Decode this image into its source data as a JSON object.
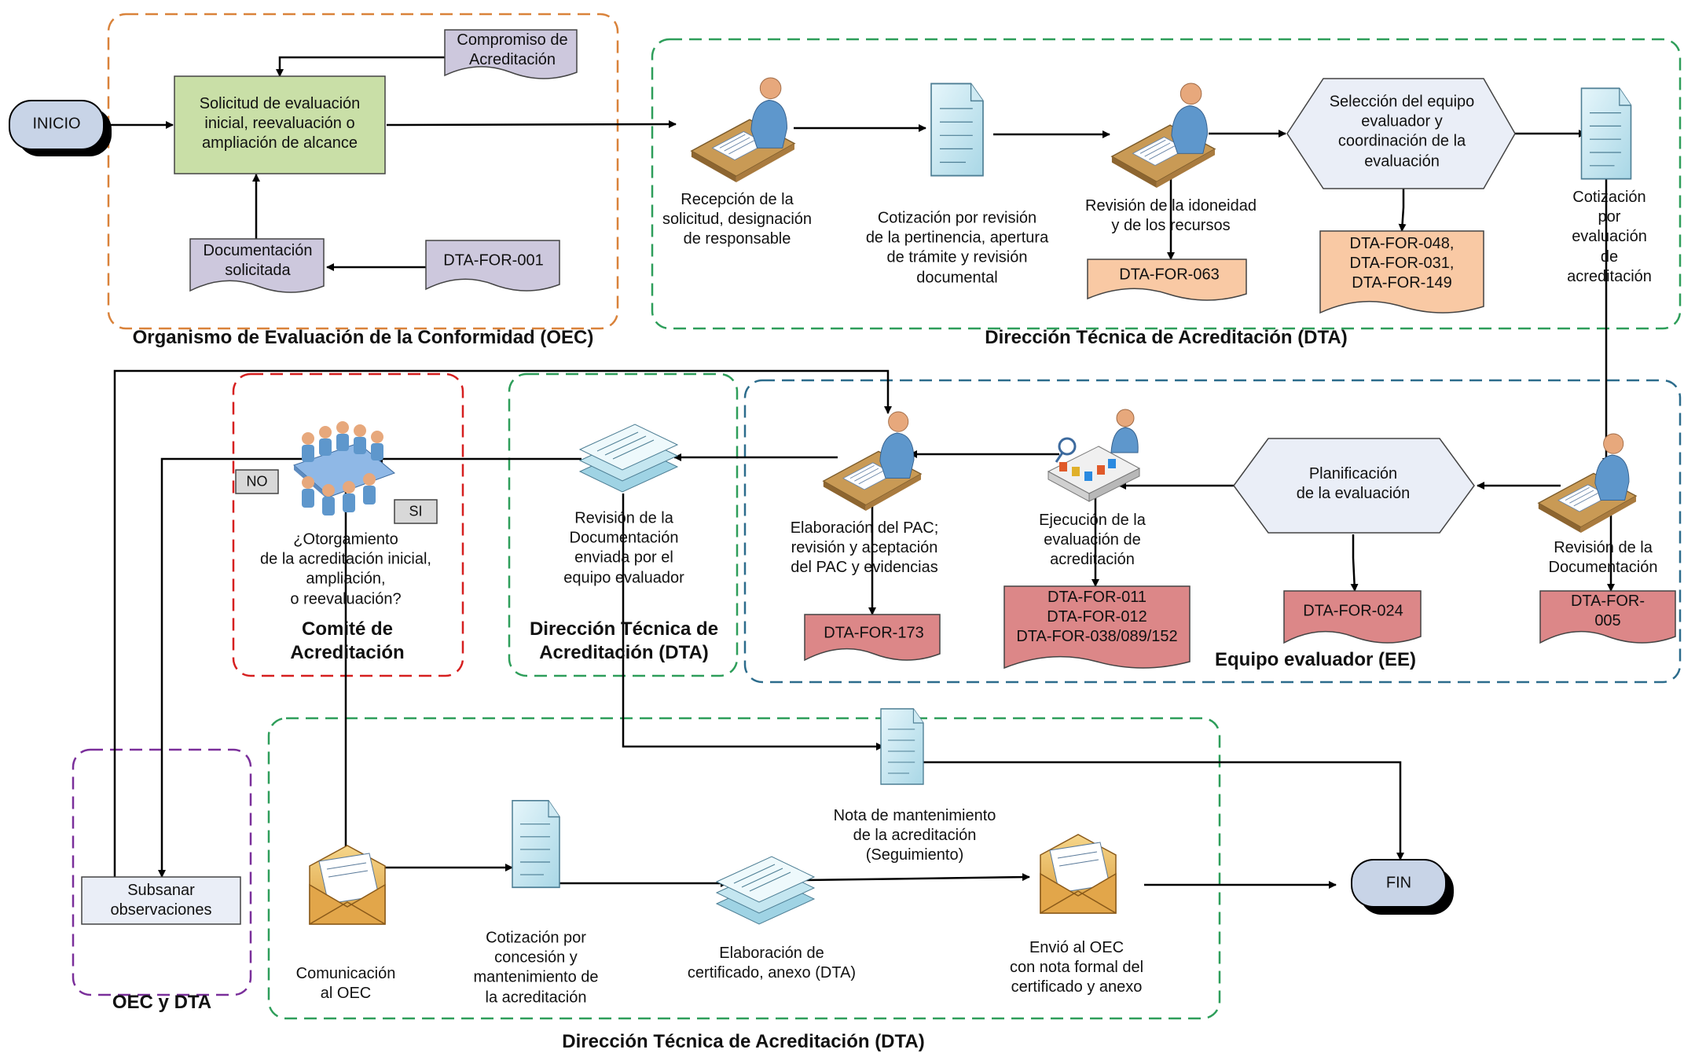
{
  "colors": {
    "oec_border": "#d9823a",
    "dta_border": "#2e9e5a",
    "comite_border": "#d61f1f",
    "ee_border": "#2c6c8c",
    "oecdta_border": "#7a2f9a",
    "process_fill": "#c9dfa7",
    "doc_purple": "#cdc8dd",
    "doc_orange": "#f9c9a4",
    "doc_red": "#dc8788",
    "hex_fill": "#eaeef7",
    "terminal_fill": "#c8d4e7"
  },
  "nodes": {
    "inicio": "INICIO",
    "fin": "FIN",
    "solicitud": "Solicitud de evaluación\ninicial, reevaluación o\nampliación de alcance",
    "compromiso": "Compromiso de\nAcreditación",
    "documentacion": "Documentación\nsolicitada",
    "dta_for_001": "DTA-FOR-001",
    "recepcion": "Recepción de la\nsolicitud, designación\nde responsable",
    "cotizacion_revision": "Cotización por revisión\nde la pertinencia, apertura\nde trámite y revisión\ndocumental",
    "revision_idoneidad": "Revisión de la idoneidad\ny de los recursos",
    "dta_for_063": "DTA-FOR-063",
    "seleccion": "Selección del equipo\nevaluador y\ncoordinación de la\nevaluación",
    "dta_for_048": "DTA-FOR-048,\nDTA-FOR-031,\nDTA-FOR-149",
    "cotizacion_acreditacion": "Cotización por\nevaluación\nde acreditación",
    "revision_documentacion": "Revisión de la\nDocumentación",
    "dta_for_005": "DTA-FOR-005",
    "planificacion": "Planificación\nde la evaluación",
    "dta_for_024": "DTA-FOR-024",
    "ejecucion": "Ejecución de la\nevaluación de\nacreditación",
    "dta_for_011": "DTA-FOR-011\nDTA-FOR-012\nDTA-FOR-038/089/152",
    "elaboracion_pac": "Elaboración del PAC;\nrevisión y aceptación\ndel PAC y evidencias",
    "dta_for_173": "DTA-FOR-173",
    "revision_doc_enviada": "Revisión de la\nDocumentación\nenviada por el\nequipo evaluador",
    "otorgamiento": "¿Otorgamiento\nde la acreditación inicial,\nampliación,\no reevaluación?",
    "no": "NO",
    "si": "SI",
    "subsanar": "Subsanar\nobservaciones",
    "comunicacion": "Comunicación\nal OEC",
    "cotizacion_concesion": "Cotización por\nconcesión y\nmantenimiento de\nla acreditación",
    "elaboracion_certificado": "Elaboración de\ncertificado, anexo (DTA)",
    "nota_mantenimiento": "Nota de mantenimiento\nde la acreditación\n(Seguimiento)",
    "envio_oec": "Envió al OEC\ncon nota formal del\ncertificado y anexo"
  },
  "lanes": {
    "oec": "Organismo de Evaluación de la Conformidad (OEC)",
    "dta_top": "Dirección Técnica de Acreditación (DTA)",
    "comite": "Comité de\nAcreditación",
    "dta_mid": "Dirección Técnica de\nAcreditación (DTA)",
    "ee": "Equipo evaluador (EE)",
    "oec_dta": "OEC y DTA",
    "dta_bottom": "Dirección Técnica de Acreditación (DTA)"
  }
}
